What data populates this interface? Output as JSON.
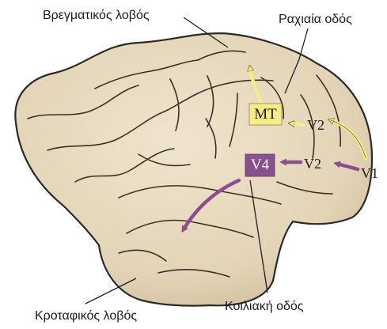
{
  "labels": {
    "parietal": "Βρεγματικός λοβός",
    "dorsal": "Ραχιαία οδός",
    "temporal": "Κροταφικός λοβός",
    "ventral": "Κοιλιακή οδός"
  },
  "areas": {
    "mt": "MT",
    "v4": "V4",
    "v2_dorsal": "V2",
    "v2_ventral": "V2",
    "v1": "V1"
  },
  "colors": {
    "brain_fill": "#e9dcc2",
    "brain_shade": "#cdbb98",
    "outline": "#2a2a2a",
    "dorsal_stream": "#f5ec8a",
    "ventral_stream": "#8a4f8e",
    "mt_box": "#f7ec86",
    "v4_box": "#8a4f8e"
  }
}
